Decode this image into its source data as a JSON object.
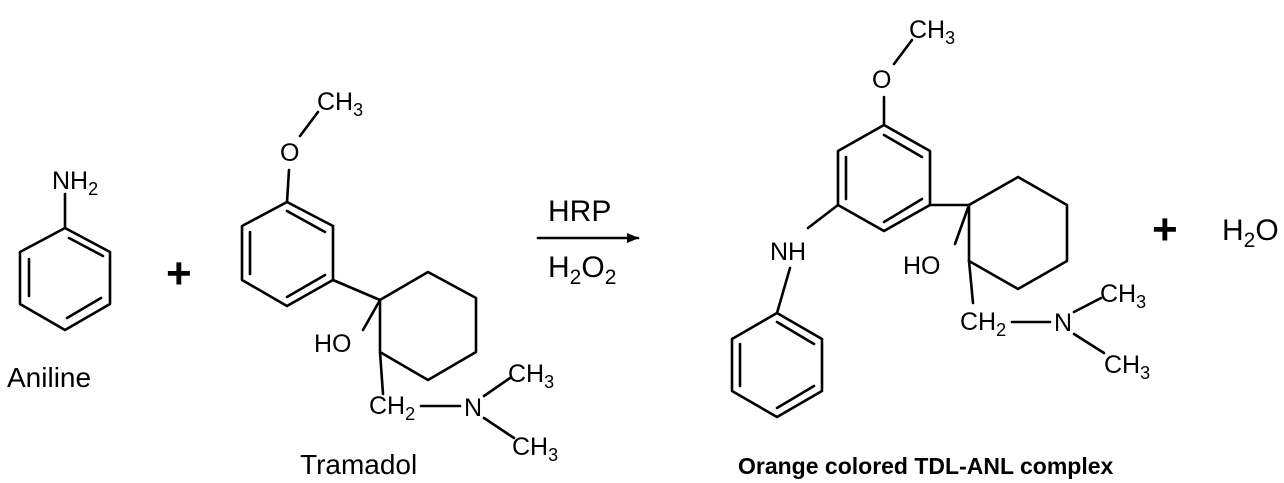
{
  "reactants": {
    "aniline": {
      "amine_label": "NH",
      "amine_sub": "2",
      "name": "Aniline"
    },
    "plus_1": "+",
    "tramadol": {
      "methyl_label": "CH",
      "methyl_sub": "3",
      "oxygen_label": "O",
      "hydroxyl_label": "HO",
      "methylene_label": "CH",
      "methylene_sub": "2",
      "nitrogen_label": "N",
      "n_methyl_top": "CH",
      "n_methyl_top_sub": "3",
      "n_methyl_bottom": "CH",
      "n_methyl_bottom_sub": "3",
      "name": "Tramadol"
    }
  },
  "conditions": {
    "catalyst": "HRP",
    "reagent_main": "H",
    "reagent_sub1": "2",
    "reagent_o": "O",
    "reagent_sub2": "2"
  },
  "products": {
    "complex": {
      "methyl_label": "CH",
      "methyl_sub": "3",
      "oxygen_label": "O",
      "nh_label": "NH",
      "hydroxyl_label": "HO",
      "methylene_label": "CH",
      "methylene_sub": "2",
      "nitrogen_label": "N",
      "n_methyl_top": "CH",
      "n_methyl_top_sub": "3",
      "n_methyl_bottom": "CH",
      "n_methyl_bottom_sub": "3",
      "name": "Orange colored TDL-ANL complex"
    },
    "plus_2": "+",
    "water_h": "H",
    "water_sub": "2",
    "water_o": "O"
  }
}
